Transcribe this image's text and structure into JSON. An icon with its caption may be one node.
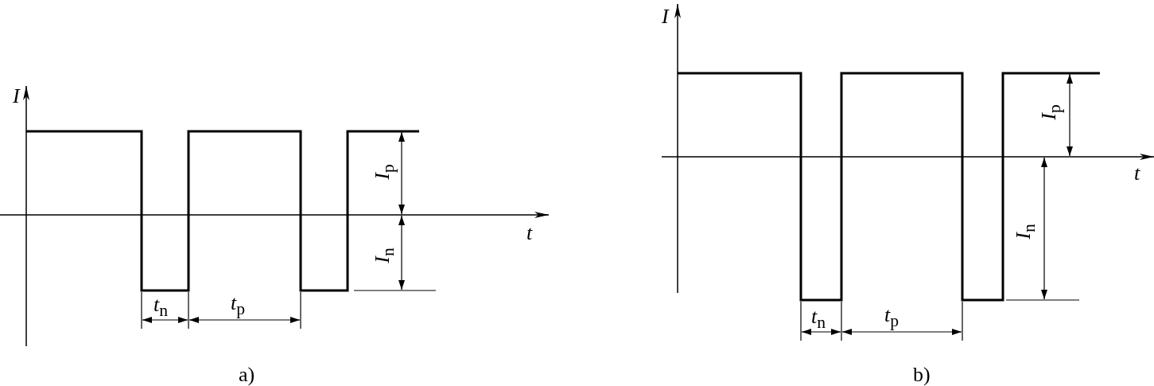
{
  "diagram": {
    "labels": [
      "I",
      "t",
      "*I*$_{p}$",
      "*I*$_{n}$",
      "*t*$_{n}$",
      "*t*$_{p}$",
      "a)",
      "I",
      "t",
      "*I*$_{p}$",
      "*I*$_{n}$",
      "*t*$_{n}$",
      "*t*$_{p}$",
      "b)"
    ]
  }
}
